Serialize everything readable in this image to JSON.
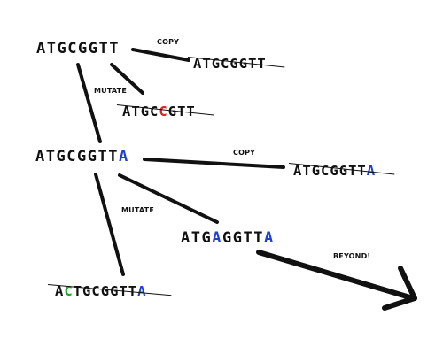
{
  "colors": {
    "ink": "#111111",
    "mutation_red": "#d42a1c",
    "mutation_blue": "#1f3fd6",
    "mutation_green": "#22a32a"
  },
  "labels": {
    "copy_1": "COPY",
    "mutate_1": "MUTATE",
    "copy_2": "COPY",
    "mutate_2": "MUTATE",
    "beyond": "BEYOND!"
  },
  "sequences": {
    "root": {
      "text": "ATGCGGTT",
      "highlights": []
    },
    "root_copy": {
      "text": "ATGCGGTT",
      "highlights": []
    },
    "root_mutant": {
      "text": "ATGCCGTT",
      "highlights": [
        {
          "index": 4,
          "color": "mutation_red"
        }
      ]
    },
    "gen2": {
      "text": "ATGCGGTTA",
      "highlights": [
        {
          "index": 8,
          "color": "mutation_blue"
        }
      ]
    },
    "gen2_copy": {
      "text": "ATGCGGTTA",
      "highlights": [
        {
          "index": 8,
          "color": "mutation_blue"
        }
      ]
    },
    "gen2_mutant": {
      "text": "ATGAGGTTA",
      "highlights": [
        {
          "index": 3,
          "color": "mutation_blue"
        },
        {
          "index": 8,
          "color": "mutation_blue"
        }
      ]
    },
    "gen2_insert": {
      "text": "ACTGCGGTTA",
      "highlights": [
        {
          "index": 1,
          "color": "mutation_green"
        },
        {
          "index": 9,
          "color": "mutation_blue"
        }
      ]
    }
  }
}
